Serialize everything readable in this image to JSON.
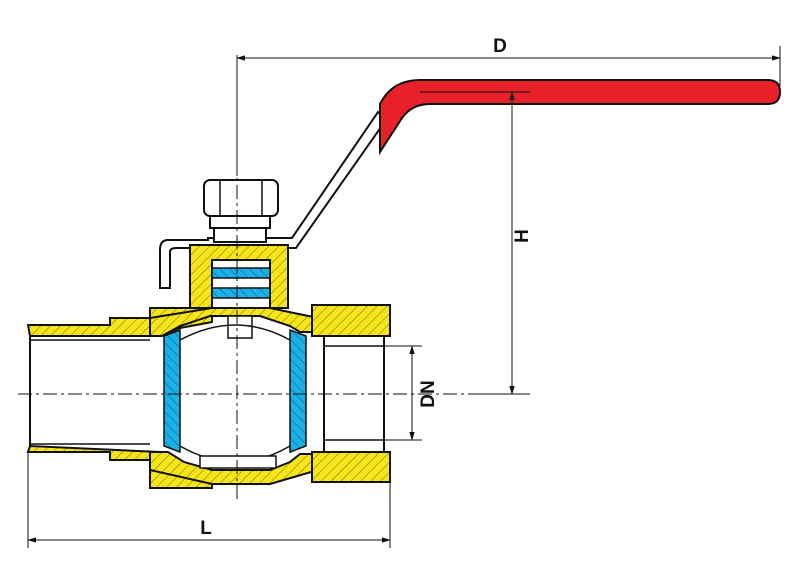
{
  "diagram": {
    "dimensions": {
      "d": "D",
      "h": "H",
      "dn": "DN",
      "l": "L"
    }
  },
  "colors": {
    "handle": "#e8202a",
    "brass": "#f6e51a",
    "seal": "#1ab0e8",
    "outline": "#111111",
    "background": "#ffffff"
  }
}
